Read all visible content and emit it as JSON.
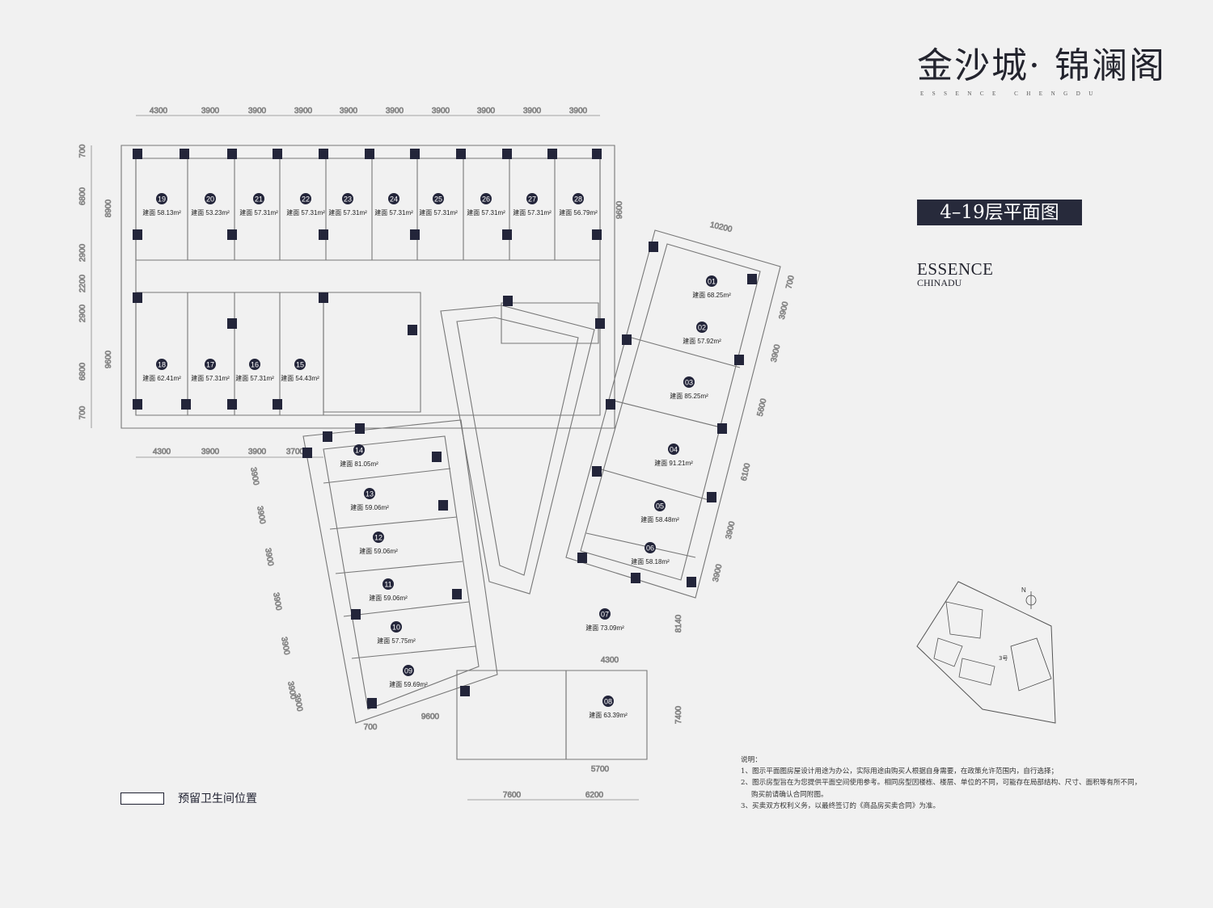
{
  "brand": {
    "title": "金沙城· 锦澜阁",
    "subtitle": "ESSENCE CHENGDU"
  },
  "floor_label": "4–19层平面图",
  "essence": {
    "line1": "ESSENCE",
    "line2": "CHINADU"
  },
  "legend": {
    "label": "预留卫生间位置"
  },
  "notes": {
    "title": "说明：",
    "items": [
      "1、图示平面图房屋设计用途为办公，实际用途由购买人根据自身需要，在政策允许范围内，自行选择；",
      "2、图示房型旨在为您提供平面空间使用参考。相同房型因楼栋、楼层、单位的不同，可能存在局部结构、尺寸、面积等有所不同，",
      "购买前请确认合同附图。",
      "3、买卖双方权利义务，以最终签订的《商品房买卖合同》为准。"
    ]
  },
  "site_plan": {
    "north": "N",
    "building": "3号"
  },
  "area_prefix": "建面",
  "units": [
    {
      "no": "01",
      "area": "68.25m²"
    },
    {
      "no": "02",
      "area": "57.92m²"
    },
    {
      "no": "03",
      "area": "85.25m²"
    },
    {
      "no": "04",
      "area": "91.21m²"
    },
    {
      "no": "05",
      "area": "58.48m²"
    },
    {
      "no": "06",
      "area": "58.18m²"
    },
    {
      "no": "07",
      "area": "73.09m²"
    },
    {
      "no": "08",
      "area": "63.39m²"
    },
    {
      "no": "09",
      "area": "59.69m²"
    },
    {
      "no": "10",
      "area": "57.75m²"
    },
    {
      "no": "11",
      "area": "59.06m²"
    },
    {
      "no": "12",
      "area": "59.06m²"
    },
    {
      "no": "13",
      "area": "59.06m²"
    },
    {
      "no": "14",
      "area": "81.05m²"
    },
    {
      "no": "15",
      "area": "54.43m²"
    },
    {
      "no": "16",
      "area": "57.31m²"
    },
    {
      "no": "17",
      "area": "57.31m²"
    },
    {
      "no": "18",
      "area": "62.41m²"
    },
    {
      "no": "19",
      "area": "58.13m²"
    },
    {
      "no": "20",
      "area": "53.23m²"
    },
    {
      "no": "21",
      "area": "57.31m²"
    },
    {
      "no": "22",
      "area": "57.31m²"
    },
    {
      "no": "23",
      "area": "57.31m²"
    },
    {
      "no": "24",
      "area": "57.31m²"
    },
    {
      "no": "25",
      "area": "57.31m²"
    },
    {
      "no": "26",
      "area": "57.31m²"
    },
    {
      "no": "27",
      "area": "57.31m²"
    },
    {
      "no": "28",
      "area": "56.79m²"
    }
  ],
  "dimensions": {
    "top": [
      "4300",
      "3900",
      "3900",
      "3900",
      "3900",
      "3900",
      "3900",
      "3900",
      "3900",
      "3900"
    ],
    "bottom_left": [
      "4300",
      "3900",
      "3900",
      "3700"
    ],
    "left_outer": [
      "700",
      "6800",
      "2900",
      "2200",
      "2900",
      "6800",
      "700"
    ],
    "left_inner": [
      "8900",
      "9600"
    ],
    "right_top": "9600",
    "east_top": "10200",
    "east_right": [
      "700",
      "3900",
      "3900",
      "5600",
      "6100",
      "3900",
      "3900"
    ],
    "west_wing": [
      "3900",
      "3900",
      "3900",
      "3900",
      "3900",
      "3900",
      "3900"
    ],
    "wing_bottom": [
      "9600",
      "700"
    ],
    "south": [
      "8140",
      "4300",
      "7400",
      "5700"
    ],
    "base": [
      "7600",
      "6200"
    ]
  }
}
